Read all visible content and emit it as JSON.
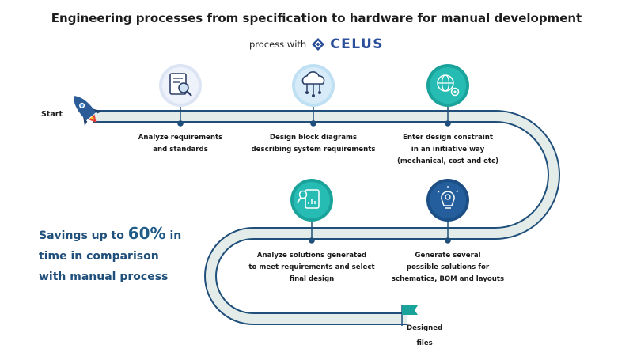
{
  "title": "Engineering processes from specification to hardware for manual development",
  "subtitle": {
    "prefix": "process with",
    "brand": "CELUS"
  },
  "start_label": "Start",
  "steps": [
    {
      "line1": "Analyze requirements",
      "line2": "and standards",
      "line3": "",
      "icon": "document-magnifier-icon"
    },
    {
      "line1": "Design block diagrams",
      "line2": "describing system requirements",
      "line3": "",
      "icon": "cloud-network-icon"
    },
    {
      "line1": "Enter design constraint",
      "line2": "in an initiative way",
      "line3": "(mechanical, cost and etc)",
      "icon": "globe-gear-icon"
    },
    {
      "line1": "Generate several",
      "line2": "possible solutions for",
      "line3": "schematics, BOM and layouts",
      "icon": "lightbulb-gear-icon"
    },
    {
      "line1": "Analyze solutions generated",
      "line2": "to meet requirements and select",
      "line3": "final design",
      "icon": "report-analysis-icon"
    }
  ],
  "savings": {
    "before": "Savings up to",
    "value": "60%",
    "after1": "in",
    "line2": "time in comparison",
    "line3": "with manual process"
  },
  "end_label": {
    "line1": "Designed",
    "line2": "files"
  },
  "colors": {
    "track_outer": "#1f4f7a",
    "track_inner": "#e3ece9",
    "accent_teal": "#1aa39a",
    "text_blue": "#1f4f7a"
  }
}
